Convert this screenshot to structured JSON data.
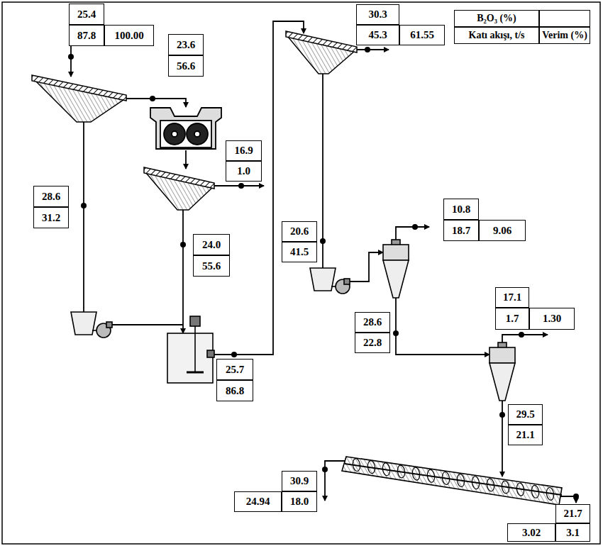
{
  "diagram": {
    "nodes": [
      {
        "text": [
          "B₂O₃ (%)",
          "Katı akışı, t/s",
          "Verim (%)"
        ]
      },
      {
        "text": [
          "25.4",
          "87.8",
          "100.00"
        ]
      },
      {
        "text": [
          "23.6",
          "56.6"
        ]
      },
      {
        "text": [
          "28.6",
          "31.2"
        ]
      },
      {
        "text": [
          "16.9",
          "1.0"
        ]
      },
      {
        "text": [
          "24.0",
          "55.6"
        ]
      },
      {
        "text": [
          "25.7",
          "86.8"
        ]
      },
      {
        "text": [
          "30.3",
          "45.3",
          "61.55"
        ]
      },
      {
        "text": [
          "20.6",
          "41.5"
        ]
      },
      {
        "text": [
          "10.8",
          "18.7",
          "9.06"
        ]
      },
      {
        "text": [
          "28.6",
          "22.8"
        ]
      },
      {
        "text": [
          "17.1",
          "1.7",
          "1.30"
        ]
      },
      {
        "text": [
          "29.5",
          "21.1"
        ]
      },
      {
        "text": [
          "30.9",
          "24.94",
          "18.0"
        ]
      },
      {
        "text": [
          "21.7",
          "3.02",
          "3.1"
        ]
      }
    ]
  }
}
